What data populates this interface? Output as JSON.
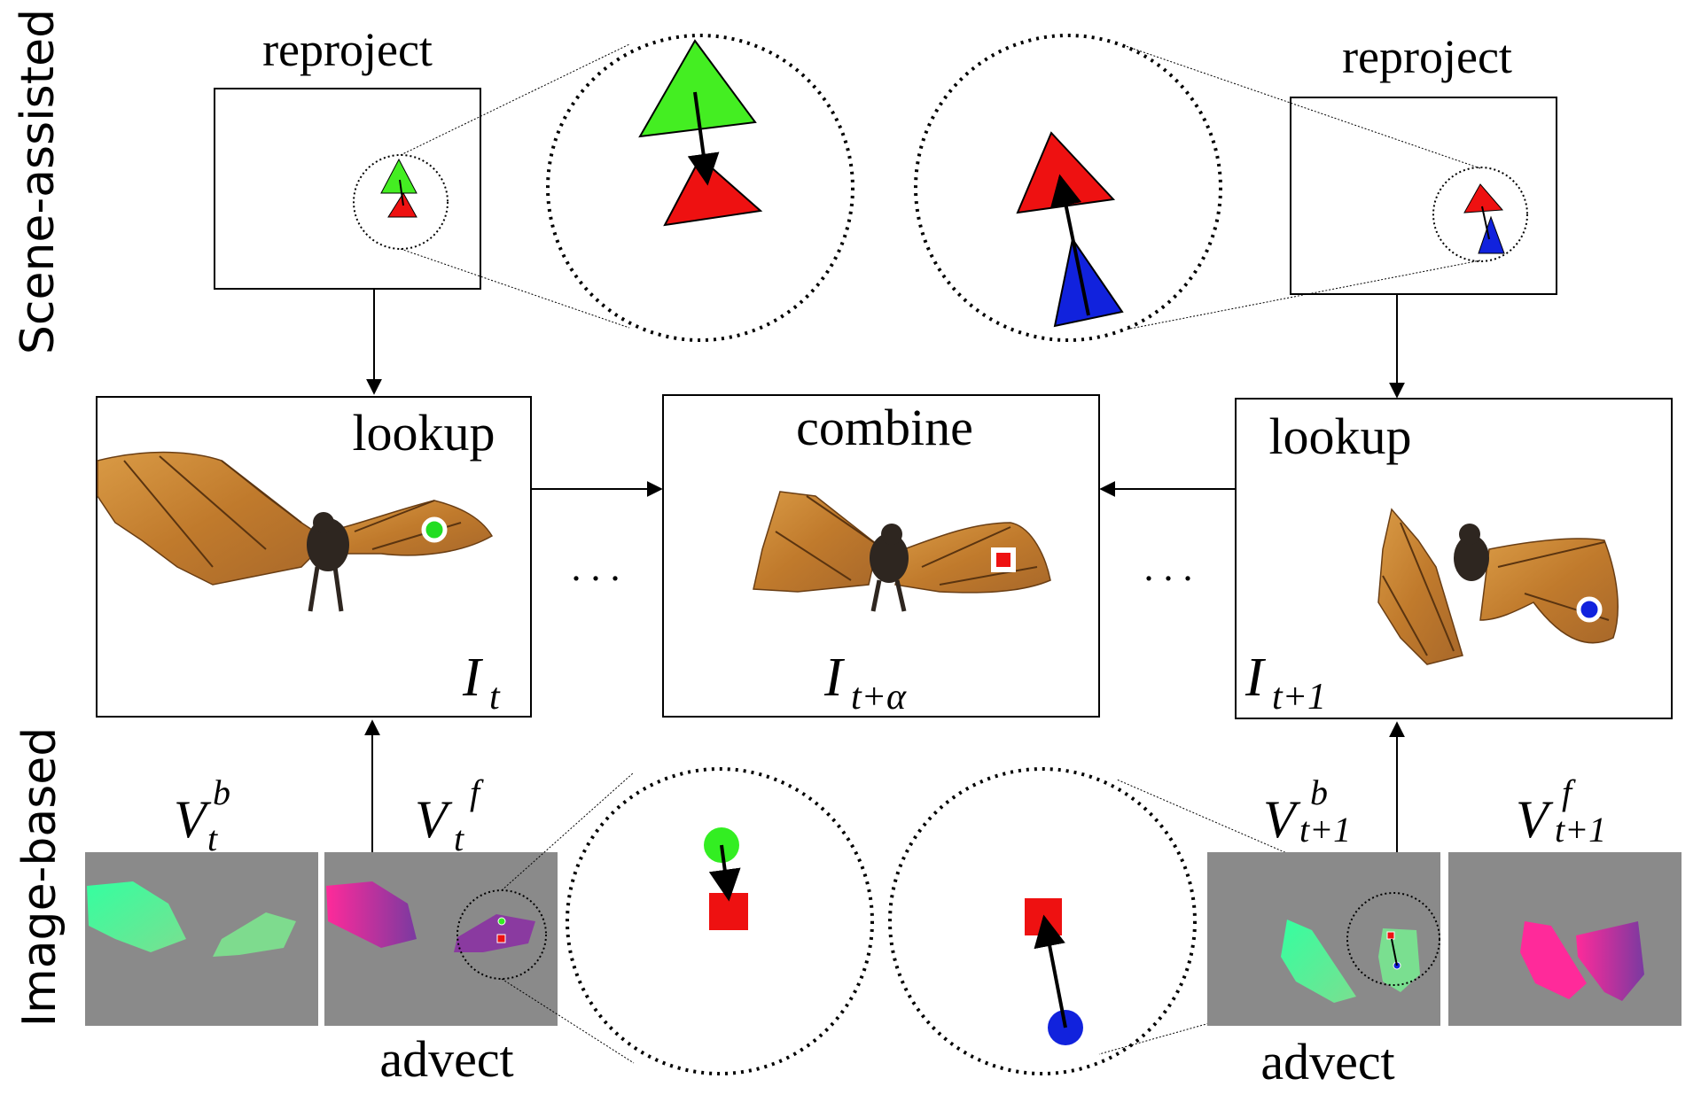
{
  "labels": {
    "side_top": "Scene-assisted",
    "side_bottom": "Image-based",
    "reproject_left": "reproject",
    "reproject_right": "reproject",
    "lookup_left": "lookup",
    "combine": "combine",
    "lookup_right": "lookup",
    "advect_left": "advect",
    "advect_right": "advect",
    "dots_left": ". . .",
    "dots_right": ". . ."
  },
  "math": {
    "frame_left": {
      "base": "I",
      "sub": "t"
    },
    "frame_mid": {
      "base": "I",
      "sub": "t+α"
    },
    "frame_right": {
      "base": "I",
      "sub": "t+1"
    },
    "v_tb": {
      "base": "V",
      "sub": "t",
      "sup": "b"
    },
    "v_tf": {
      "base": "V",
      "sub": "t",
      "sup": "f"
    },
    "v_t1b": {
      "base": "V",
      "sub": "t+1",
      "sup": "b"
    },
    "v_t1f": {
      "base": "V",
      "sub": "t+1",
      "sup": "f"
    }
  },
  "colors": {
    "green": "#33ee22",
    "red": "#ee1111",
    "blue": "#1122dd",
    "flow_bg": "#8a8a8a",
    "bat_wing": "#c98a3a",
    "bat_body": "#2e2620"
  }
}
